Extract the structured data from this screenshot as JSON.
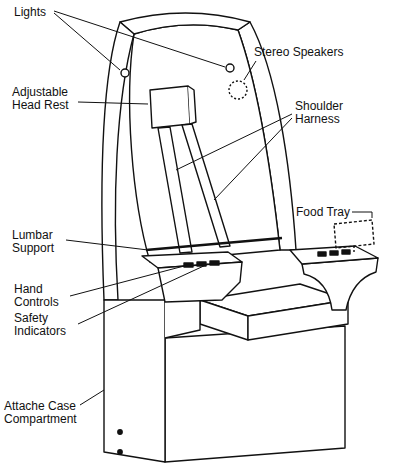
{
  "diagram": {
    "labels": [
      "Lights",
      "Stereo Speakers",
      "Adjustable Head Rest",
      "Shoulder Harness",
      "Food Tray",
      "Lumbar Support",
      "Hand Controls",
      "Safety Indicators",
      "Attache Case Compartment"
    ]
  }
}
